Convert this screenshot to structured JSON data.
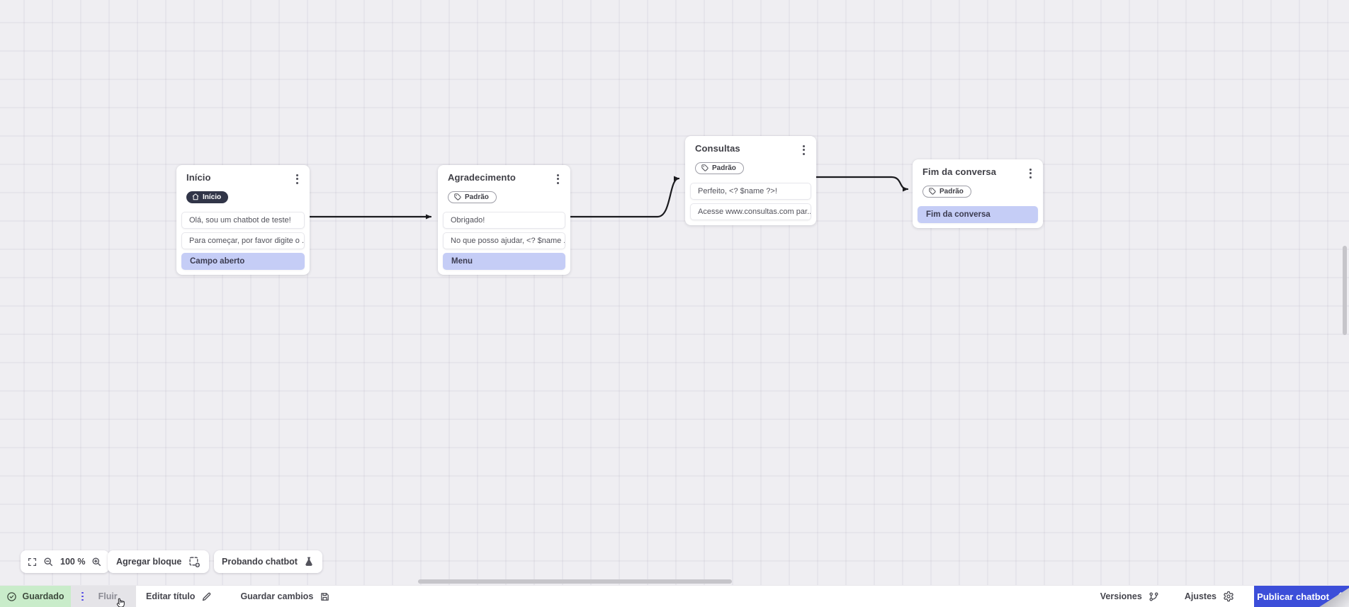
{
  "canvas": {
    "nodes": [
      {
        "title": "Início",
        "badge": "Início",
        "items": [
          "Olá, sou um chatbot de teste!",
          "Para começar, por favor digite o ...",
          "Campo aberto"
        ]
      },
      {
        "title": "Agradecimento",
        "badge": "Padrão",
        "items": [
          "Obrigado!",
          "No que posso ajudar, <? $name ...",
          "Menu"
        ]
      },
      {
        "title": "Consultas",
        "badge": "Padrão",
        "items": [
          "Perfeito, <? $name ?>!",
          "Acesse www.consultas.com par..."
        ]
      },
      {
        "title": "Fim da conversa",
        "badge": "Padrão",
        "items": [
          "Fim da conversa"
        ]
      }
    ],
    "connections": [
      {
        "from": "Início",
        "to": "Agradecimento"
      },
      {
        "from": "Agradecimento",
        "to": "Consultas"
      },
      {
        "from": "Consultas",
        "to": "Fim da conversa"
      }
    ]
  },
  "toolbar": {
    "zoom_level": "100 %",
    "add_block": "Agregar bloque",
    "test_chatbot": "Probando chatbot"
  },
  "statusbar": {
    "saved": "Guardado",
    "flow_tab": "Fluir",
    "edit_title": "Editar título",
    "save_changes": "Guardar cambios",
    "versions": "Versiones",
    "settings": "Ajustes",
    "publish": "Publicar chatbot"
  },
  "icons": {
    "badge_home": "home-icon",
    "badge_tag": "tag-icon",
    "zoom": [
      "fullscreen-icon",
      "zoom-out-icon",
      "zoom-in-icon"
    ],
    "add_block": "add-block-icon",
    "test": "flask-icon",
    "saved": "check-circle-icon",
    "edit": "pencil-icon",
    "save": "floppy-icon",
    "versions": "git-branch-icon",
    "settings": "gear-icon",
    "publish": "upload-icon"
  },
  "colors": {
    "canvas_bg": "#efeef2",
    "node_bg": "#ffffff",
    "highlight_lavender": "#c5cdf6",
    "badge_dark": "#313548",
    "arrow": "#1a1a1e",
    "saved_green_bg": "#c9ecca",
    "flow_tab_bg": "#e5e4e8",
    "handle_indigo": "#4f46e5",
    "publish_blue": "#3c4ed9"
  }
}
